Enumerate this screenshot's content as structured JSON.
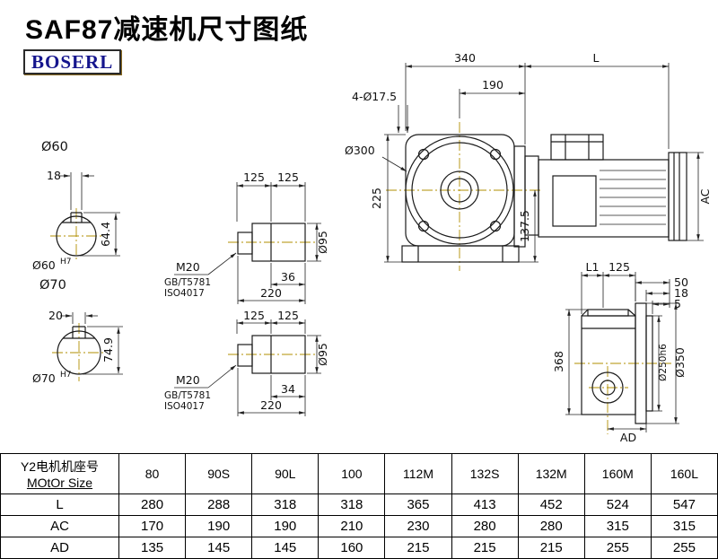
{
  "page": {
    "title": "SAF87减速机尺寸图纸",
    "brand": "BOSERL"
  },
  "cross_sections": {
    "top": {
      "label": "Ø60",
      "keyway_width": "18",
      "keyway_depth": "64.4",
      "bore": "Ø60",
      "bore_tol": "H7"
    },
    "bottom": {
      "label": "Ø70",
      "keyway_width": "20",
      "keyway_depth": "74.9",
      "bore": "Ø70",
      "bore_tol": "H7"
    }
  },
  "shaft_views": {
    "top": {
      "seg1": "125",
      "seg2": "125",
      "thread": "M20",
      "std1": "GB/T5781",
      "std2": "ISO4017",
      "key_len": "36",
      "total": "220",
      "dia": "Ø95"
    },
    "bottom": {
      "seg1": "125",
      "seg2": "125",
      "thread": "M20",
      "std1": "GB/T5781",
      "std2": "ISO4017",
      "key_len": "34",
      "total": "220",
      "dia": "Ø95"
    }
  },
  "front_view": {
    "overall_width": "340",
    "motor_length": "L",
    "half_width": "190",
    "bolt_holes": "4-Ø17.5",
    "flange_dia": "Ø300",
    "height": "225",
    "center_height": "137.5",
    "motor_dia": "AC"
  },
  "side_view": {
    "l1": "L1",
    "len125": "125",
    "d50": "50",
    "d18": "18",
    "d5": "5",
    "height368": "368",
    "spigot": "Ø250h6",
    "flange_od": "Ø350",
    "ad": "AD"
  },
  "table": {
    "header_line1": "Y2电机机座号",
    "header_line2": "MOtOr Size",
    "sizes": [
      "80",
      "90S",
      "90L",
      "100",
      "112M",
      "132S",
      "132M",
      "160M",
      "160L"
    ],
    "rows": [
      {
        "label": "L",
        "values": [
          "280",
          "288",
          "318",
          "318",
          "365",
          "413",
          "452",
          "524",
          "547"
        ]
      },
      {
        "label": "AC",
        "values": [
          "170",
          "190",
          "190",
          "210",
          "230",
          "280",
          "280",
          "315",
          "315"
        ]
      },
      {
        "label": "AD",
        "values": [
          "135",
          "145",
          "145",
          "160",
          "215",
          "215",
          "215",
          "255",
          "255"
        ]
      }
    ]
  }
}
